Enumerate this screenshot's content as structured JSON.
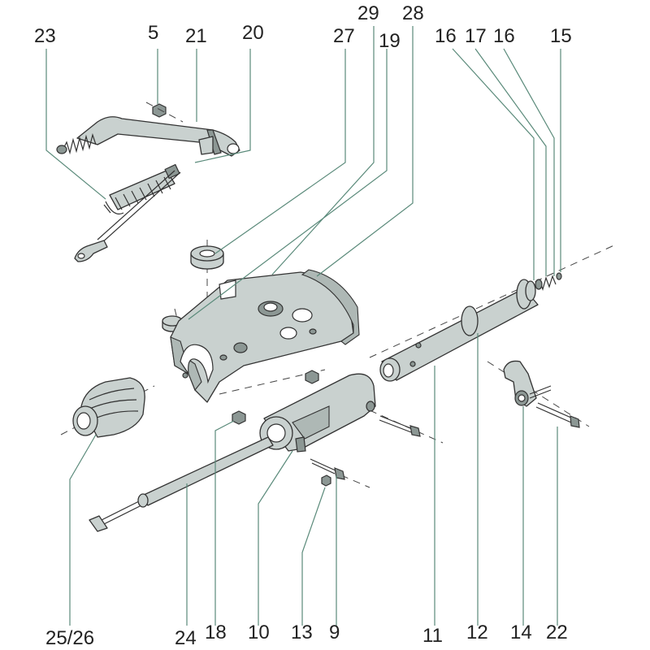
{
  "labels": [
    {
      "id": "23",
      "text": "23"
    },
    {
      "id": "5",
      "text": "5"
    },
    {
      "id": "21",
      "text": "21"
    },
    {
      "id": "20",
      "text": "20"
    },
    {
      "id": "29",
      "text": "29"
    },
    {
      "id": "28",
      "text": "28"
    },
    {
      "id": "27",
      "text": "27"
    },
    {
      "id": "19",
      "text": "19"
    },
    {
      "id": "16a",
      "text": "16"
    },
    {
      "id": "17",
      "text": "17"
    },
    {
      "id": "16b",
      "text": "16"
    },
    {
      "id": "15",
      "text": "15"
    },
    {
      "id": "25_26",
      "text": "25/26"
    },
    {
      "id": "24",
      "text": "24"
    },
    {
      "id": "18",
      "text": "18"
    },
    {
      "id": "10",
      "text": "10"
    },
    {
      "id": "13",
      "text": "13"
    },
    {
      "id": "9",
      "text": "9"
    },
    {
      "id": "11",
      "text": "11"
    },
    {
      "id": "12",
      "text": "12"
    },
    {
      "id": "14",
      "text": "14"
    },
    {
      "id": "22",
      "text": "22"
    }
  ],
  "colors": {
    "part_fill": "#c9d1cf",
    "leader": "#5a8a7a",
    "outline": "#333333"
  }
}
